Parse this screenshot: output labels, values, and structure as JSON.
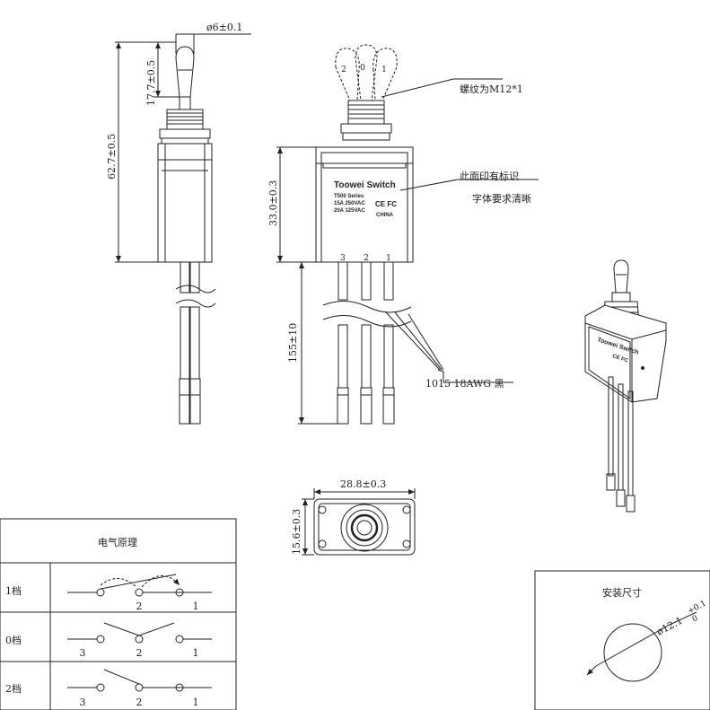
{
  "dimensions": {
    "lever_dia": "ø6±0.1",
    "lever_len": "17.7±0.5",
    "total_height": "62.7±0.5",
    "body_height": "33.0±0.3",
    "wire_len": "155±10",
    "bottom_width": "28.8±0.3",
    "bottom_depth": "15.6±0.3",
    "mount_hole": "ø12.1",
    "mount_tol": "+0.1",
    "mount_tol2": "0"
  },
  "notes": {
    "thread": "螺纹为M12*1",
    "marking_1": "此面印有标识",
    "marking_2": "字体要求清晰",
    "wire": "1015  18AWG  黑"
  },
  "lever_marks": [
    "2",
    "0",
    "1"
  ],
  "terminal_numbers": [
    "3",
    "2",
    "1"
  ],
  "body_print": {
    "brand": "Toowei Switch",
    "series": "T500 Series",
    "rating_1": "15A 250VAC",
    "rating_2": "20A 125VAC",
    "cert": "CE FC",
    "origin": "CHINA"
  },
  "iso_print": {
    "brand": "Toowei Switch",
    "cert": "CE FC"
  },
  "electrical_table": {
    "title": "电气原理",
    "rows": [
      {
        "label": "1档",
        "nums": [
          "",
          "2",
          "1"
        ]
      },
      {
        "label": "0档",
        "nums": [
          "3",
          "2",
          "1"
        ]
      },
      {
        "label": "2档",
        "nums": [
          "3",
          "2",
          "1"
        ]
      }
    ]
  },
  "mounting": {
    "title": "安装尺寸"
  },
  "colors": {
    "line": "#222222",
    "background": "#ffffff"
  }
}
